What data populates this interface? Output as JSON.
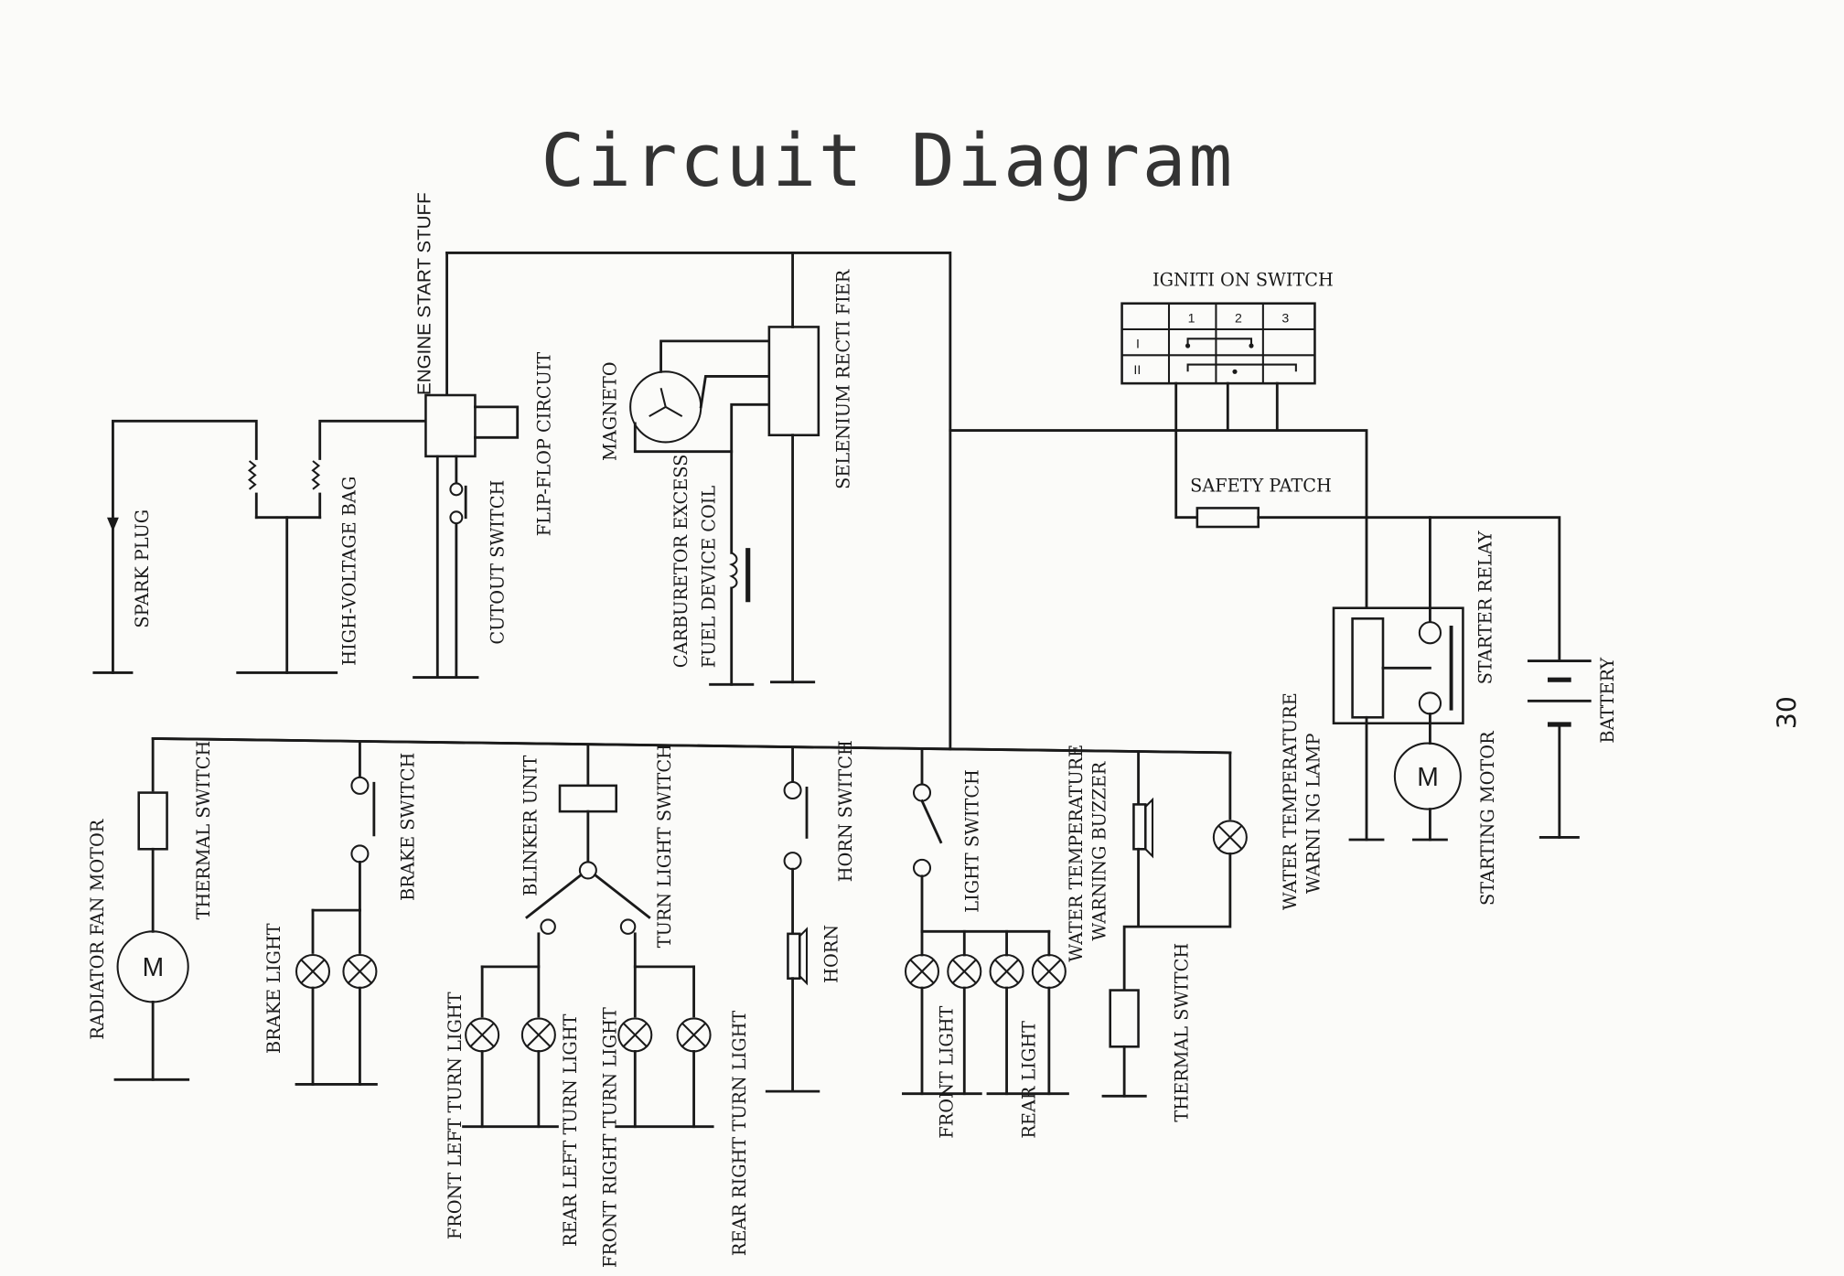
{
  "title": "Circuit Diagram",
  "page_number": "30",
  "labels": {
    "engine_start_stuff": "ENGINE START STUFF",
    "flip_flop_circuit": "FLIP-FLOP CIRCUIT",
    "cutout_switch": "CUTOUT SWITCH",
    "high_voltage_bag": "HIGH-VOLTAGE BAG",
    "spark_plug": "SPARK PLUG",
    "magneto": "MAGNETO",
    "selenium_rectifier": "SELENIUM RECTI FIER",
    "carburetor_excess": "CARBURETOR EXCESS",
    "fuel_device_coil": "FUEL DEVICE COIL",
    "ignition_switch": "IGNITI ON SWITCH",
    "safety_patch": "SAFETY PATCH",
    "starter_relay": "STARTER RELAY",
    "battery": "BATTERY",
    "water_temp_warning_lamp_1": "WATER TEMPERATURE",
    "water_temp_warning_lamp_2": "WARNI NG LAMP",
    "starting_motor": "STARTING MOTOR",
    "radiator_fan_motor": "RADIATOR FAN MOTOR",
    "thermal_switch_left": "THERMAL SWITCH",
    "brake_switch": "BRAKE SWITCH",
    "brake_light": "BRAKE LIGHT",
    "blinker_unit": "BLINKER UNIT",
    "turn_light_switch": "TURN LIGHT SWITCH",
    "front_left_turn_light": "FRONT LEFT TURN LIGHT",
    "rear_left_turn_light": "REAR LEFT TURN LIGHT",
    "front_right_turn_light": "FRONT RIGHT TURN LIGHT",
    "rear_right_turn_light": "REAR RIGHT TURN LIGHT",
    "horn_switch": "HORN SWITCH",
    "horn": "HORN",
    "light_switch": "LIGHT SWITCH",
    "front_light": "FRONT LIGHT",
    "rear_light": "REAR LIGHT",
    "water_temp_buzzer_1": "WATER TEMPERATURE",
    "water_temp_buzzer_2": "WARNING BUZZER",
    "thermal_switch_right": "THERMAL SWITCH"
  },
  "ignition_table": {
    "columns": [
      "1",
      "2",
      "3"
    ],
    "rows": [
      "I",
      "II"
    ]
  },
  "motor_symbol": "M"
}
